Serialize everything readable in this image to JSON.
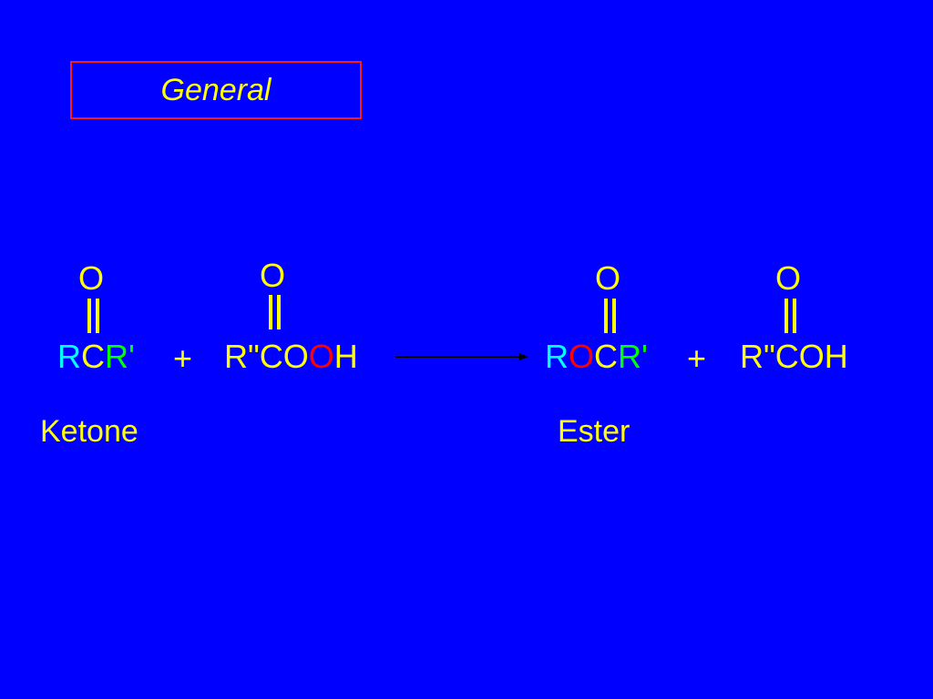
{
  "title": "General",
  "reaction": {
    "oxygen_symbol": "O",
    "ketone": [
      {
        "text": "R",
        "color": "#00ffff"
      },
      {
        "text": "C",
        "color": "#ffff00"
      },
      {
        "text": "R'",
        "color": "#00ff00"
      }
    ],
    "plus": "+",
    "peracid": [
      {
        "text": "R\"CO",
        "color": "#ffff00"
      },
      {
        "text": "O",
        "color": "#ff0000"
      },
      {
        "text": "H",
        "color": "#ffff00"
      }
    ],
    "ester": [
      {
        "text": "R",
        "color": "#00ffff"
      },
      {
        "text": "O",
        "color": "#ff0000"
      },
      {
        "text": "C",
        "color": "#ffff00"
      },
      {
        "text": "R'",
        "color": "#00ff00"
      }
    ],
    "acid": [
      {
        "text": "R\"COH",
        "color": "#ffff00"
      }
    ]
  },
  "labels": {
    "ketone": "Ketone",
    "ester": "Ester"
  },
  "colors": {
    "background": "#0000ff",
    "text": "#ffff00",
    "box_border": "#ff1a1a"
  }
}
